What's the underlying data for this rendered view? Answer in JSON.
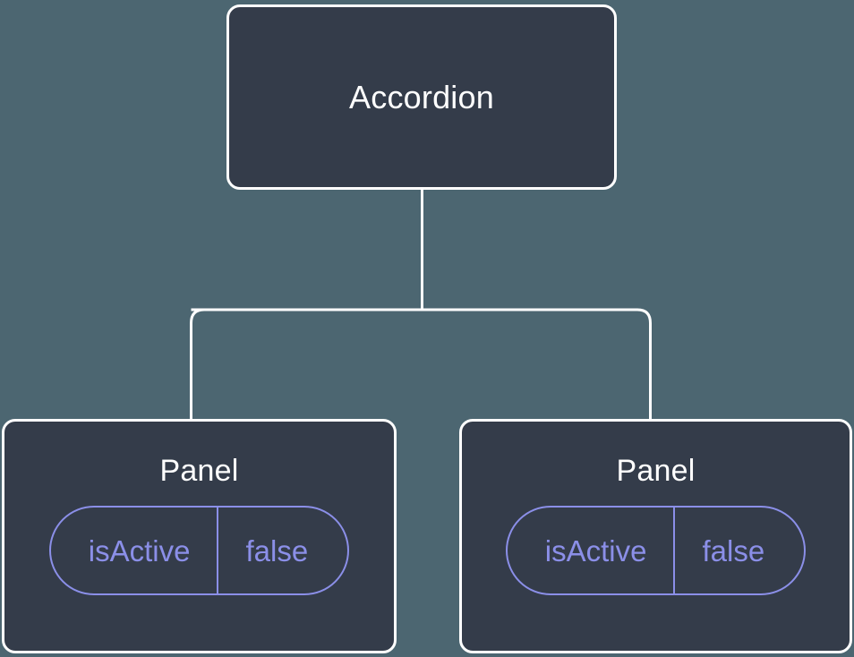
{
  "diagram": {
    "background_color": "#4c6671",
    "node_fill_color": "#343c4a",
    "node_border_color": "#ffffff",
    "accent_color": "#8b8fe8",
    "connector_color": "#ffffff"
  },
  "root": {
    "title": "Accordion"
  },
  "children": [
    {
      "title": "Panel",
      "prop_key": "isActive",
      "prop_value": "false"
    },
    {
      "title": "Panel",
      "prop_key": "isActive",
      "prop_value": "false"
    }
  ]
}
